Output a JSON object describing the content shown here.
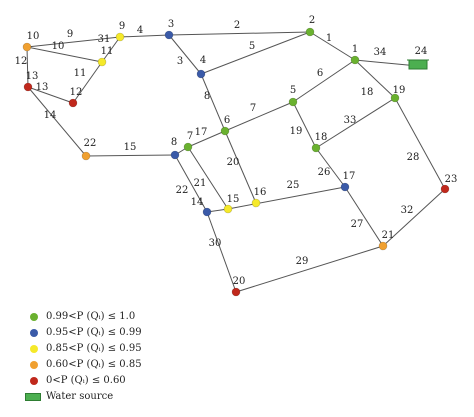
{
  "colors": {
    "green": "#6ab12f",
    "blue": "#3a5aa8",
    "yellow": "#f5e92a",
    "orange": "#f0a030",
    "red": "#c0281c",
    "source": "#4caf50"
  },
  "nodes": [
    {
      "id": "1",
      "label": "1",
      "color": "green"
    },
    {
      "id": "2",
      "label": "2",
      "color": "green"
    },
    {
      "id": "3",
      "label": "3",
      "color": "blue"
    },
    {
      "id": "4",
      "label": "4",
      "color": "blue"
    },
    {
      "id": "5",
      "label": "5",
      "color": "green"
    },
    {
      "id": "6",
      "label": "6",
      "color": "green"
    },
    {
      "id": "7",
      "label": "7",
      "color": "green"
    },
    {
      "id": "8",
      "label": "8",
      "color": "blue"
    },
    {
      "id": "9",
      "label": "9",
      "color": "yellow"
    },
    {
      "id": "10",
      "label": "10",
      "color": "orange"
    },
    {
      "id": "11",
      "label": "11",
      "color": "yellow"
    },
    {
      "id": "12",
      "label": "12",
      "color": "red"
    },
    {
      "id": "13",
      "label": "13",
      "color": "red"
    },
    {
      "id": "14",
      "label": "14",
      "color": "blue"
    },
    {
      "id": "15",
      "label": "15",
      "color": "yellow"
    },
    {
      "id": "16",
      "label": "16",
      "color": "yellow"
    },
    {
      "id": "17",
      "label": "17",
      "color": "blue"
    },
    {
      "id": "18",
      "label": "18",
      "color": "green"
    },
    {
      "id": "19",
      "label": "19",
      "color": "green"
    },
    {
      "id": "20",
      "label": "20",
      "color": "red"
    },
    {
      "id": "21",
      "label": "21",
      "color": "orange"
    },
    {
      "id": "22",
      "label": "22",
      "color": "orange"
    },
    {
      "id": "23",
      "label": "23",
      "color": "red"
    },
    {
      "id": "24",
      "label": "24",
      "color": "source"
    }
  ],
  "pipes": [
    {
      "label": "1",
      "from": "1",
      "to": "2"
    },
    {
      "label": "2",
      "from": "2",
      "to": "3"
    },
    {
      "label": "3",
      "from": "3",
      "to": "4"
    },
    {
      "label": "4",
      "from": "3",
      "to": "9"
    },
    {
      "label": "5",
      "from": "2",
      "to": "4"
    },
    {
      "label": "6",
      "from": "1",
      "to": "5"
    },
    {
      "label": "7",
      "from": "5",
      "to": "6"
    },
    {
      "label": "8",
      "from": "4",
      "to": "6"
    },
    {
      "label": "9",
      "from": "10",
      "to": "9"
    },
    {
      "label": "10",
      "from": "10",
      "to": "11"
    },
    {
      "label": "11",
      "from": "11",
      "to": "12"
    },
    {
      "label": "12",
      "from": "10",
      "to": "13"
    },
    {
      "label": "13",
      "from": "13",
      "to": "12"
    },
    {
      "label": "14",
      "from": "13",
      "to": "22"
    },
    {
      "label": "15",
      "from": "22",
      "to": "8"
    },
    {
      "label": "17",
      "from": "7",
      "to": "6"
    },
    {
      "label": "18",
      "from": "1",
      "to": "19"
    },
    {
      "label": "19",
      "from": "5",
      "to": "18"
    },
    {
      "label": "20",
      "from": "6",
      "to": "16"
    },
    {
      "label": "21",
      "from": "7",
      "to": "15"
    },
    {
      "label": "22",
      "from": "8",
      "to": "14"
    },
    {
      "label": "25",
      "from": "15",
      "to": "17"
    },
    {
      "label": "26",
      "from": "18",
      "to": "17"
    },
    {
      "label": "27",
      "from": "17",
      "to": "21"
    },
    {
      "label": "28",
      "from": "19",
      "to": "23"
    },
    {
      "label": "29",
      "from": "20",
      "to": "21"
    },
    {
      "label": "30",
      "from": "14",
      "to": "20"
    },
    {
      "label": "31",
      "from": "9",
      "to": "11"
    },
    {
      "label": "32",
      "from": "23",
      "to": "21"
    },
    {
      "label": "33",
      "from": "18",
      "to": "19"
    },
    {
      "label": "34",
      "from": "1",
      "to": "24"
    }
  ],
  "extra_links": [
    {
      "from": "8",
      "to": "7"
    },
    {
      "from": "14",
      "to": "15"
    }
  ],
  "legend": [
    {
      "text": "0.99<P (Qᵢ) ≤ 1.0",
      "color": "green"
    },
    {
      "text": "0.95<P (Qᵢ) ≤ 0.99",
      "color": "blue"
    },
    {
      "text": "0.85<P (Qᵢ) ≤ 0.95",
      "color": "yellow"
    },
    {
      "text": "0.60<P (Qᵢ) ≤ 0.85",
      "color": "orange"
    },
    {
      "text": "0<P (Qᵢ) ≤ 0.60",
      "color": "red"
    },
    {
      "text": "Water source",
      "color": "source"
    }
  ]
}
